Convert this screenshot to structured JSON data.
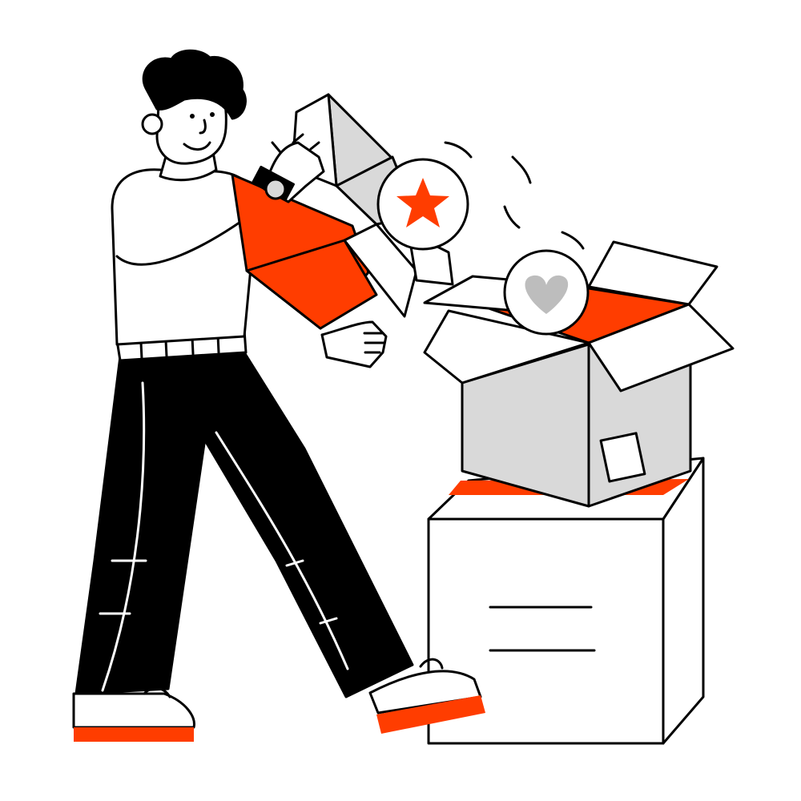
{
  "illustration": {
    "subjects": [
      "person",
      "open-box-held",
      "open-box-on-stack",
      "closed-box",
      "star-badge",
      "heart-badge"
    ],
    "colors": {
      "accent": "#FF3D00",
      "ink": "#000000",
      "paper": "#FFFFFF",
      "box_grey": "#D9D9D9",
      "heart_grey": "#BDBDBD"
    },
    "icons": [
      "star-icon",
      "heart-icon"
    ]
  }
}
